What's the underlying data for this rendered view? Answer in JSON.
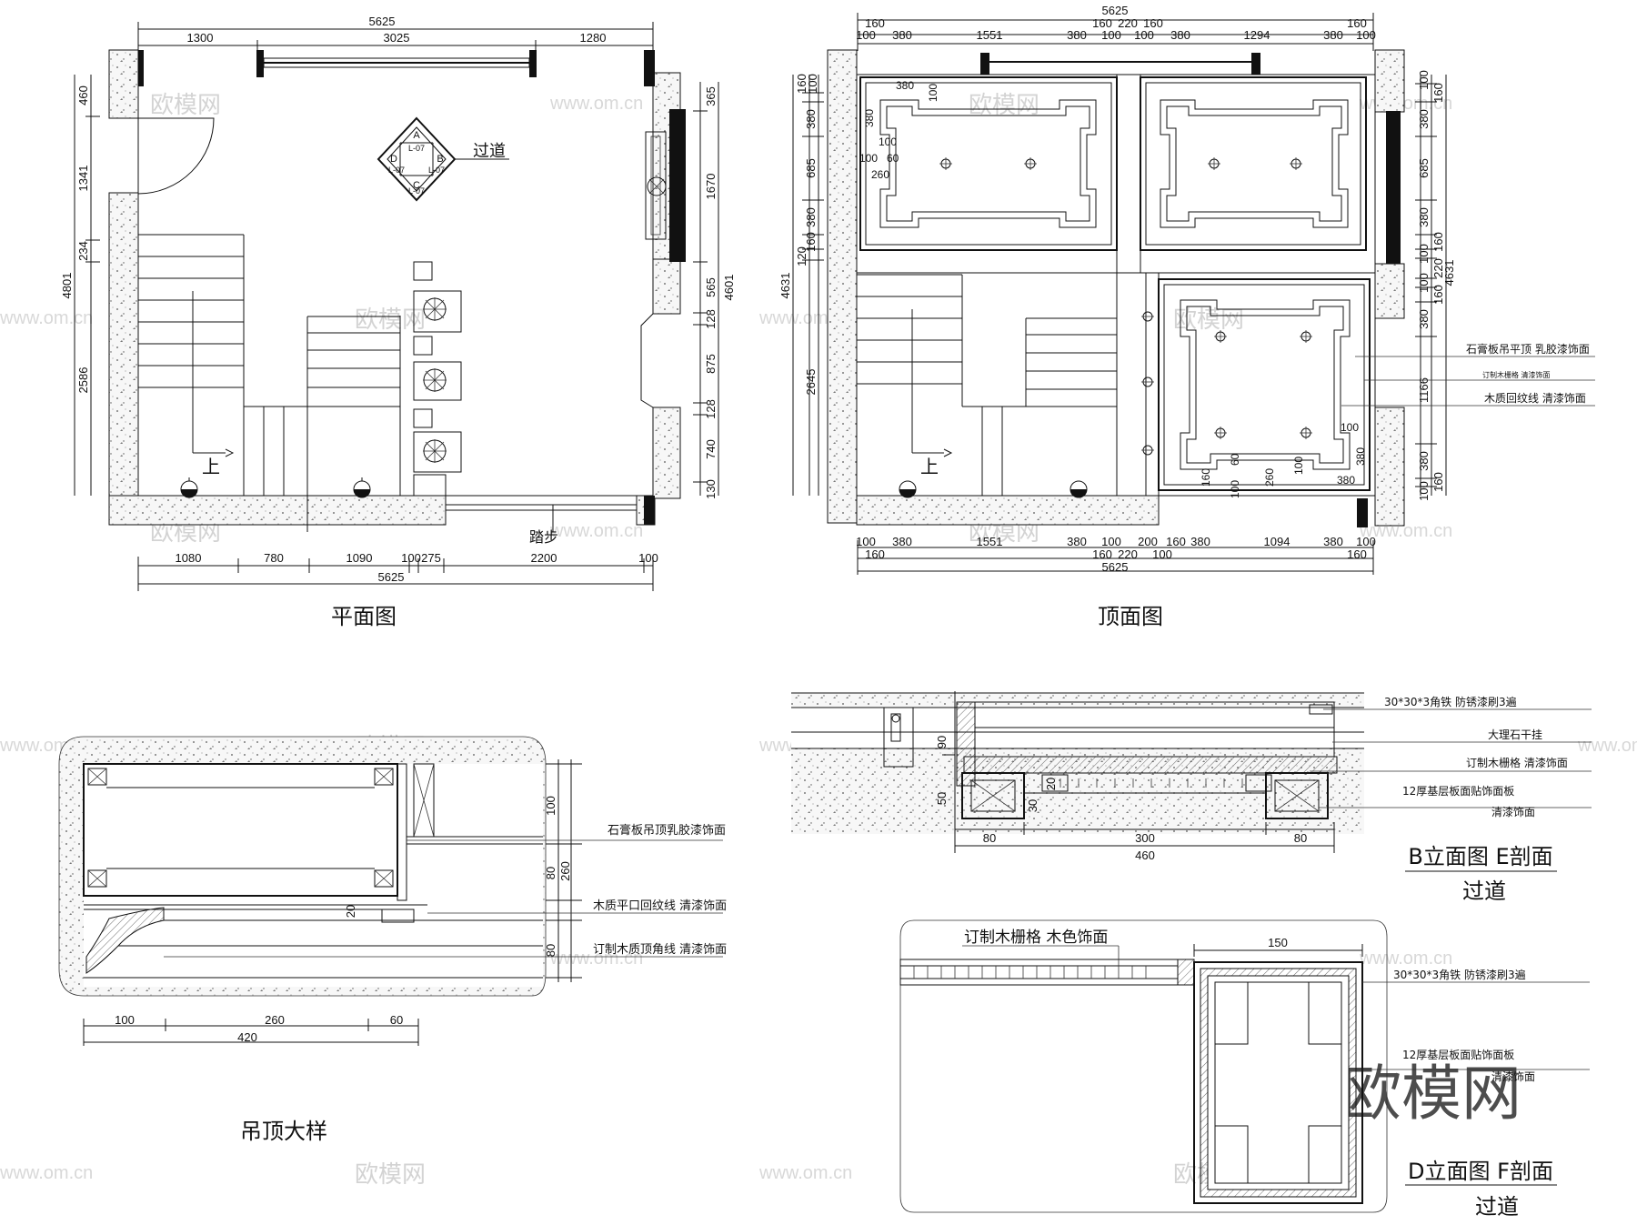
{
  "views": {
    "plan": {
      "title": "平面图",
      "top_total": "5625",
      "top_segments": [
        "1300",
        "3025",
        "1280"
      ],
      "left_total": "4801",
      "left_segments": [
        "460",
        "1341",
        "234",
        "2586"
      ],
      "right_total": "4601",
      "right_segments": [
        "365",
        "1670",
        "565",
        "128",
        "875",
        "128",
        "740",
        "130"
      ],
      "bottom_segments": [
        "1080",
        "780",
        "1090",
        "100",
        "275",
        "2200",
        "100"
      ],
      "bottom_total": "5625",
      "label_corridor": "过道",
      "label_step": "踏步",
      "label_up": "上",
      "index_symbol": {
        "top": "A",
        "left": "D",
        "right": "B",
        "bottom": "C",
        "code": "L-07"
      }
    },
    "ceiling": {
      "title": "顶面图",
      "top_total": "5625",
      "top_row1": [
        "160",
        "160",
        "220",
        "160",
        "160"
      ],
      "top_row2": [
        "100",
        "380",
        "1551",
        "380",
        "100",
        "100",
        "380",
        "1294",
        "380",
        "100"
      ],
      "left_total": "4631",
      "left_segments": [
        "160",
        "100",
        "380",
        "685",
        "380",
        "160",
        "120",
        "2645"
      ],
      "right_total": "4631",
      "right_segments": [
        "100",
        "160",
        "380",
        "685",
        "380",
        "160",
        "100",
        "220",
        "100",
        "160",
        "380",
        "1166",
        "380",
        "160",
        "100"
      ],
      "bottom_row1": [
        "100",
        "380",
        "1551",
        "380",
        "100",
        "200",
        "160",
        "380",
        "1094",
        "380",
        "100"
      ],
      "bottom_row2": [
        "160",
        "160",
        "220",
        "100",
        "160"
      ],
      "bottom_total": "5625",
      "inner_dims": [
        "380",
        "100",
        "100",
        "60",
        "100",
        "260",
        "100",
        "380",
        "160",
        "100",
        "60",
        "260",
        "100",
        "380"
      ],
      "label_up": "上",
      "note_gypsum": "石膏板吊平顶 乳胶漆饰面",
      "note_grille": "订制木栅格  清漆饰面",
      "note_molding": "木质回纹线 清漆饰面"
    },
    "ceiling_detail": {
      "title": "吊顶大样",
      "right_dims": [
        "100",
        "260",
        "80",
        "20",
        "80"
      ],
      "bottom_segments": [
        "100",
        "260",
        "60"
      ],
      "bottom_total": "420",
      "note_gypsum": "石膏板吊顶乳胶漆饰面",
      "note_flat_molding": "木质平口回纹线 清漆饰面",
      "note_crown": "订制木质顶角线  清漆饰面"
    },
    "section_b": {
      "title_line1": "B立面图 E剖面",
      "title_line2": "过道",
      "dims_vertical": [
        "90",
        "50",
        "20",
        "30"
      ],
      "bottom_segments": [
        "80",
        "300",
        "80"
      ],
      "bottom_total": "460",
      "note_angle": "30*30*3角铁 防锈漆刷3遍",
      "note_marble": "大理石干挂",
      "note_grille": "订制木栅格  清漆饰面",
      "note_board_line1": "12厚基层板面贴饰面板",
      "note_board_line2": "清漆饰面"
    },
    "section_d": {
      "title_line1": "D立面图 F剖面",
      "title_line2": "过道",
      "dim_top": "150",
      "note_grille": "订制木栅格  木色饰面",
      "note_angle": "30*30*3角铁  防锈漆刷3遍",
      "note_board_line1": "12厚基层板面贴饰面板",
      "note_board_line2": "清漆饰面"
    }
  },
  "watermark": {
    "text": "欧模网",
    "url": "www.om.cn"
  }
}
